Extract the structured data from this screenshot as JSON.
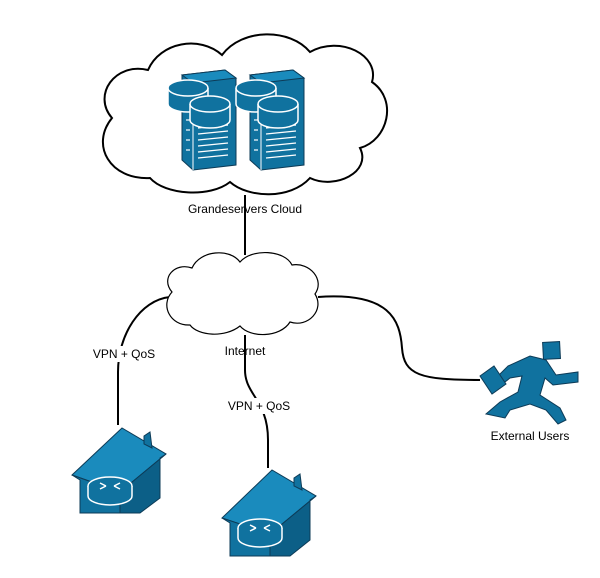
{
  "labels": {
    "cloud": "Grandeservers Cloud",
    "internet": "Internet",
    "vpn_left": "VPN + QoS",
    "vpn_center": "VPN + QoS",
    "external_users": "External Users"
  },
  "icons": {
    "primary": "server-tower-icon",
    "secondary": "router-house-icon",
    "user": "running-user-icon",
    "cloud": "cloud-icon"
  },
  "colors": {
    "icon_fill": "#10729f",
    "icon_stroke": "#0d3b57",
    "line": "#000000",
    "cloud_stroke": "#000000"
  }
}
